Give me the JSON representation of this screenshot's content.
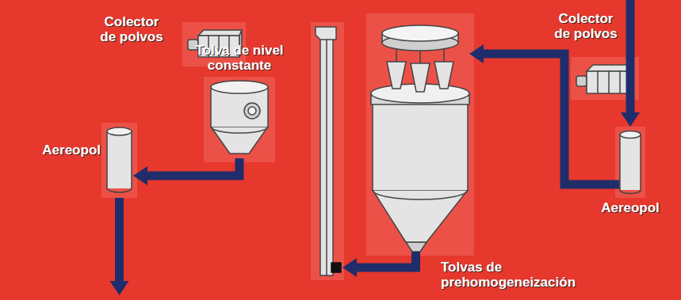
{
  "diagram": {
    "nodes": [
      {
        "text": [
          "Colector de polvos"
        ]
      },
      {
        "text": [
          "Colector de polvos"
        ]
      },
      {
        "text": [
          "Tolva de nivel constante"
        ]
      },
      {
        "text": [
          "Aereopol"
        ]
      },
      {
        "text": [
          "Aereopol"
        ]
      },
      {
        "text": [
          "Tolvas de prehomogeneización"
        ]
      }
    ],
    "edges": [
      {
        "from": 2,
        "to": 3,
        "arrow": "to"
      },
      {
        "from": 4,
        "to": 5,
        "arrow": "to"
      }
    ]
  }
}
